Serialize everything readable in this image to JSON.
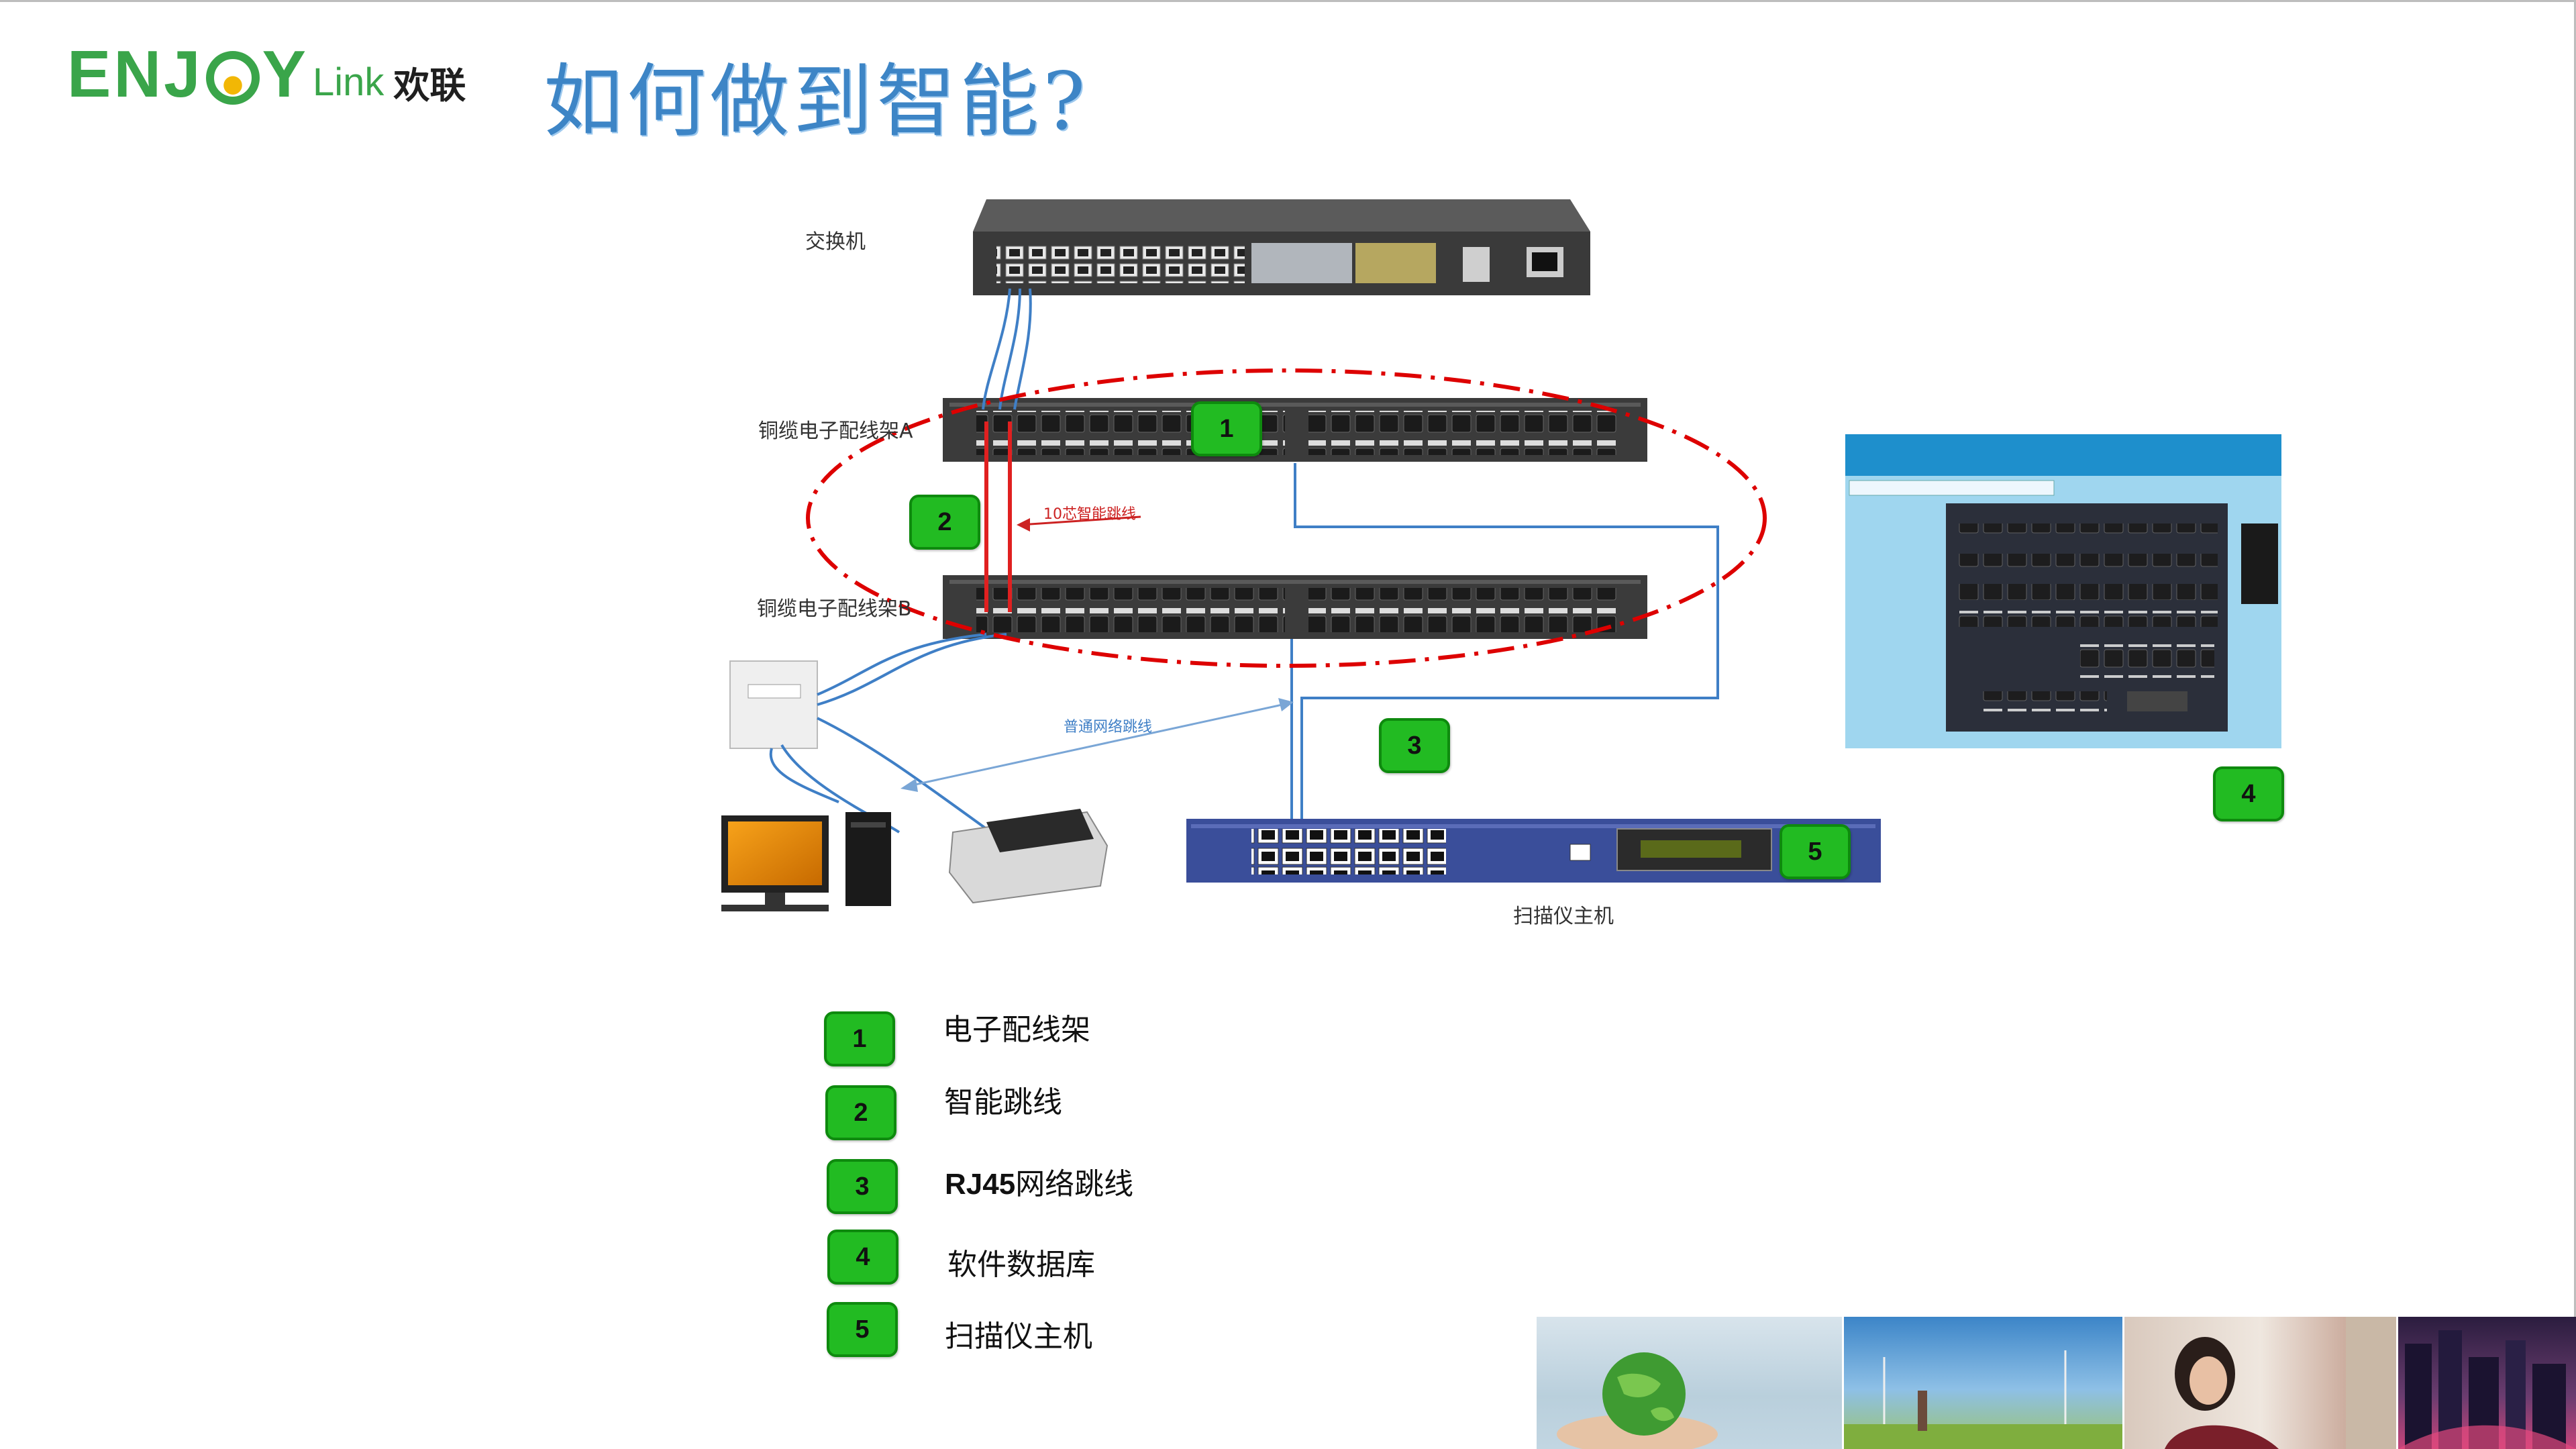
{
  "brand": {
    "logo_en_left": "ENJ",
    "logo_en_right": "Y",
    "logo_link": "Link",
    "logo_cn": "欢联"
  },
  "title": "如何做到智能?",
  "diagram": {
    "switch_label": "交换机",
    "panel_a_label": "铜缆电子配线架A",
    "panel_b_label": "铜缆电子配线架B",
    "smart_cord_label": "10芯智能跳线",
    "normal_cord_label": "普通网络跳线",
    "scanner_label": "扫描仪主机"
  },
  "badges": [
    "1",
    "2",
    "3",
    "4",
    "5"
  ],
  "legend": [
    {
      "number": "1",
      "text": "电子配线架"
    },
    {
      "number": "2",
      "text": "智能跳线"
    },
    {
      "number": "3",
      "text_bold": "RJ45",
      "text": "网络跳线"
    },
    {
      "number": "4",
      "text": "软件数据库"
    },
    {
      "number": "5",
      "text": "扫描仪主机"
    }
  ],
  "colors": {
    "accent_green": "#22bb22",
    "title_blue": "#3d85c6",
    "cable_blue": "#3f7fc6",
    "cable_red": "#e02020",
    "dash_red": "#dd0000",
    "logo_green": "#3aa54a"
  }
}
